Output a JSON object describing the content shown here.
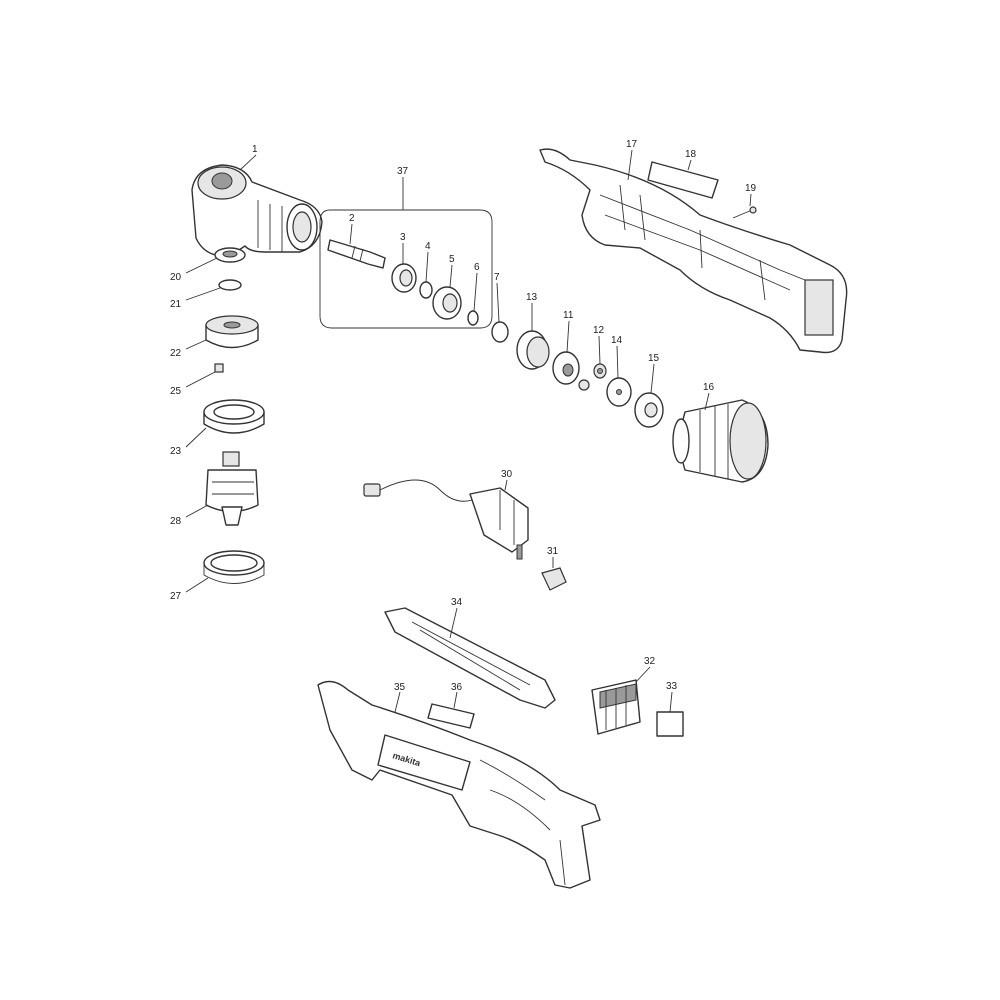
{
  "diagram": {
    "labels": {
      "p1": "1",
      "p2": "2",
      "p3": "3",
      "p4": "4",
      "p5": "5",
      "p6": "6",
      "p7": "7",
      "p11": "11",
      "p12": "12",
      "p13": "13",
      "p14": "14",
      "p15": "15",
      "p16": "16",
      "p17": "17",
      "p18": "18",
      "p19": "19",
      "p20": "20",
      "p21": "21",
      "p22": "22",
      "p23": "23",
      "p25": "25",
      "p27": "27",
      "p28": "28",
      "p30": "30",
      "p31": "31",
      "p32": "32",
      "p33": "33",
      "p34": "34",
      "p35": "35",
      "p36": "36",
      "p37": "37"
    },
    "housing_brand": "makita"
  }
}
